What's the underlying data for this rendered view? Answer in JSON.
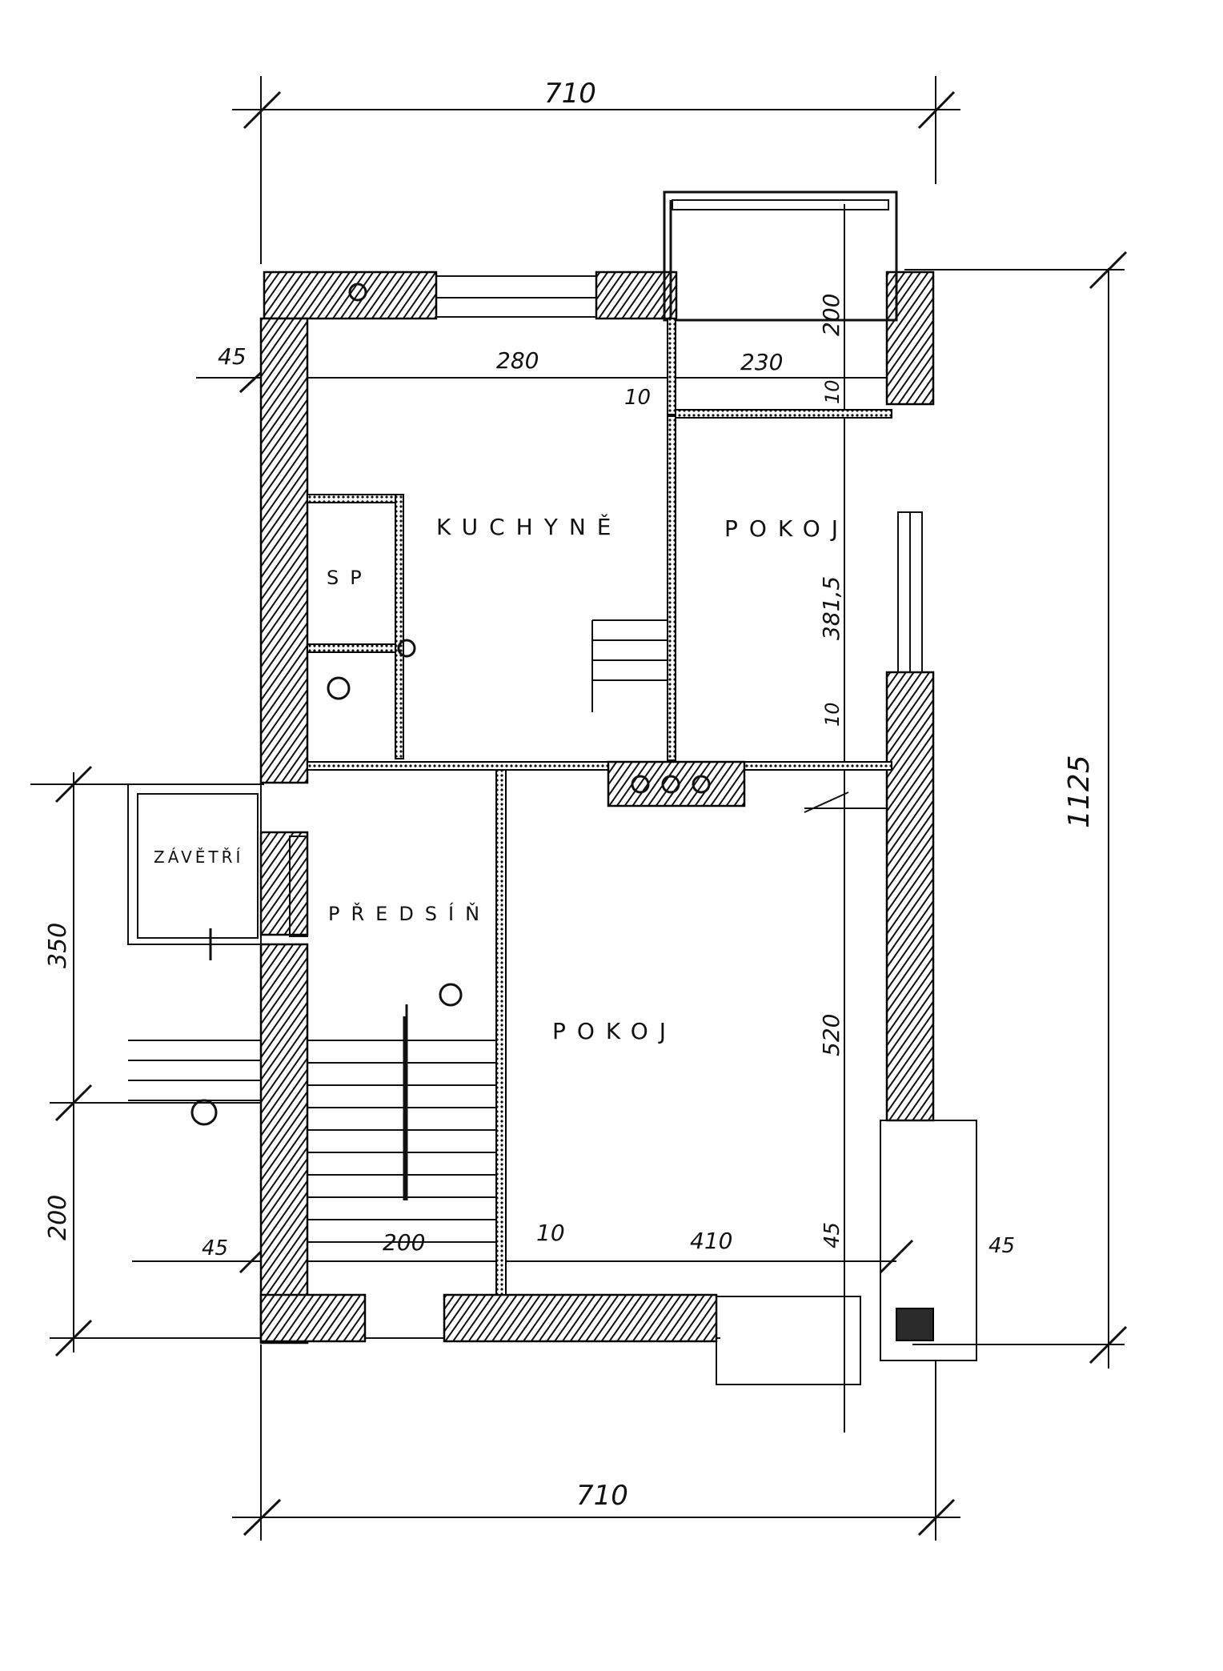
{
  "dimensions": {
    "top_width": "710",
    "bottom_width": "710",
    "right_height": "1125",
    "left_upper": "350",
    "left_lower": "200",
    "top_wall_left": "45",
    "kitchen_width": "280",
    "room_width": "230",
    "partition_10a": "10",
    "partition_10b": "10",
    "balcony_depth": "200",
    "room_depth": "381,5",
    "partition_10c": "10",
    "lower_room_depth": "520",
    "bottom_45_left": "45",
    "stair_width": "200",
    "bottom_10": "10",
    "lower_room_width": "410",
    "bottom_45_mid": "45",
    "bottom_45_right": "45"
  },
  "rooms": {
    "kitchen": "KUCHYNĚ",
    "room_upper": "POKOJ",
    "pantry": "SP",
    "hall": "PŘEDSÍŇ",
    "vestibule": "ZÁVĚTŘÍ",
    "room_lower": "POKOJ"
  }
}
